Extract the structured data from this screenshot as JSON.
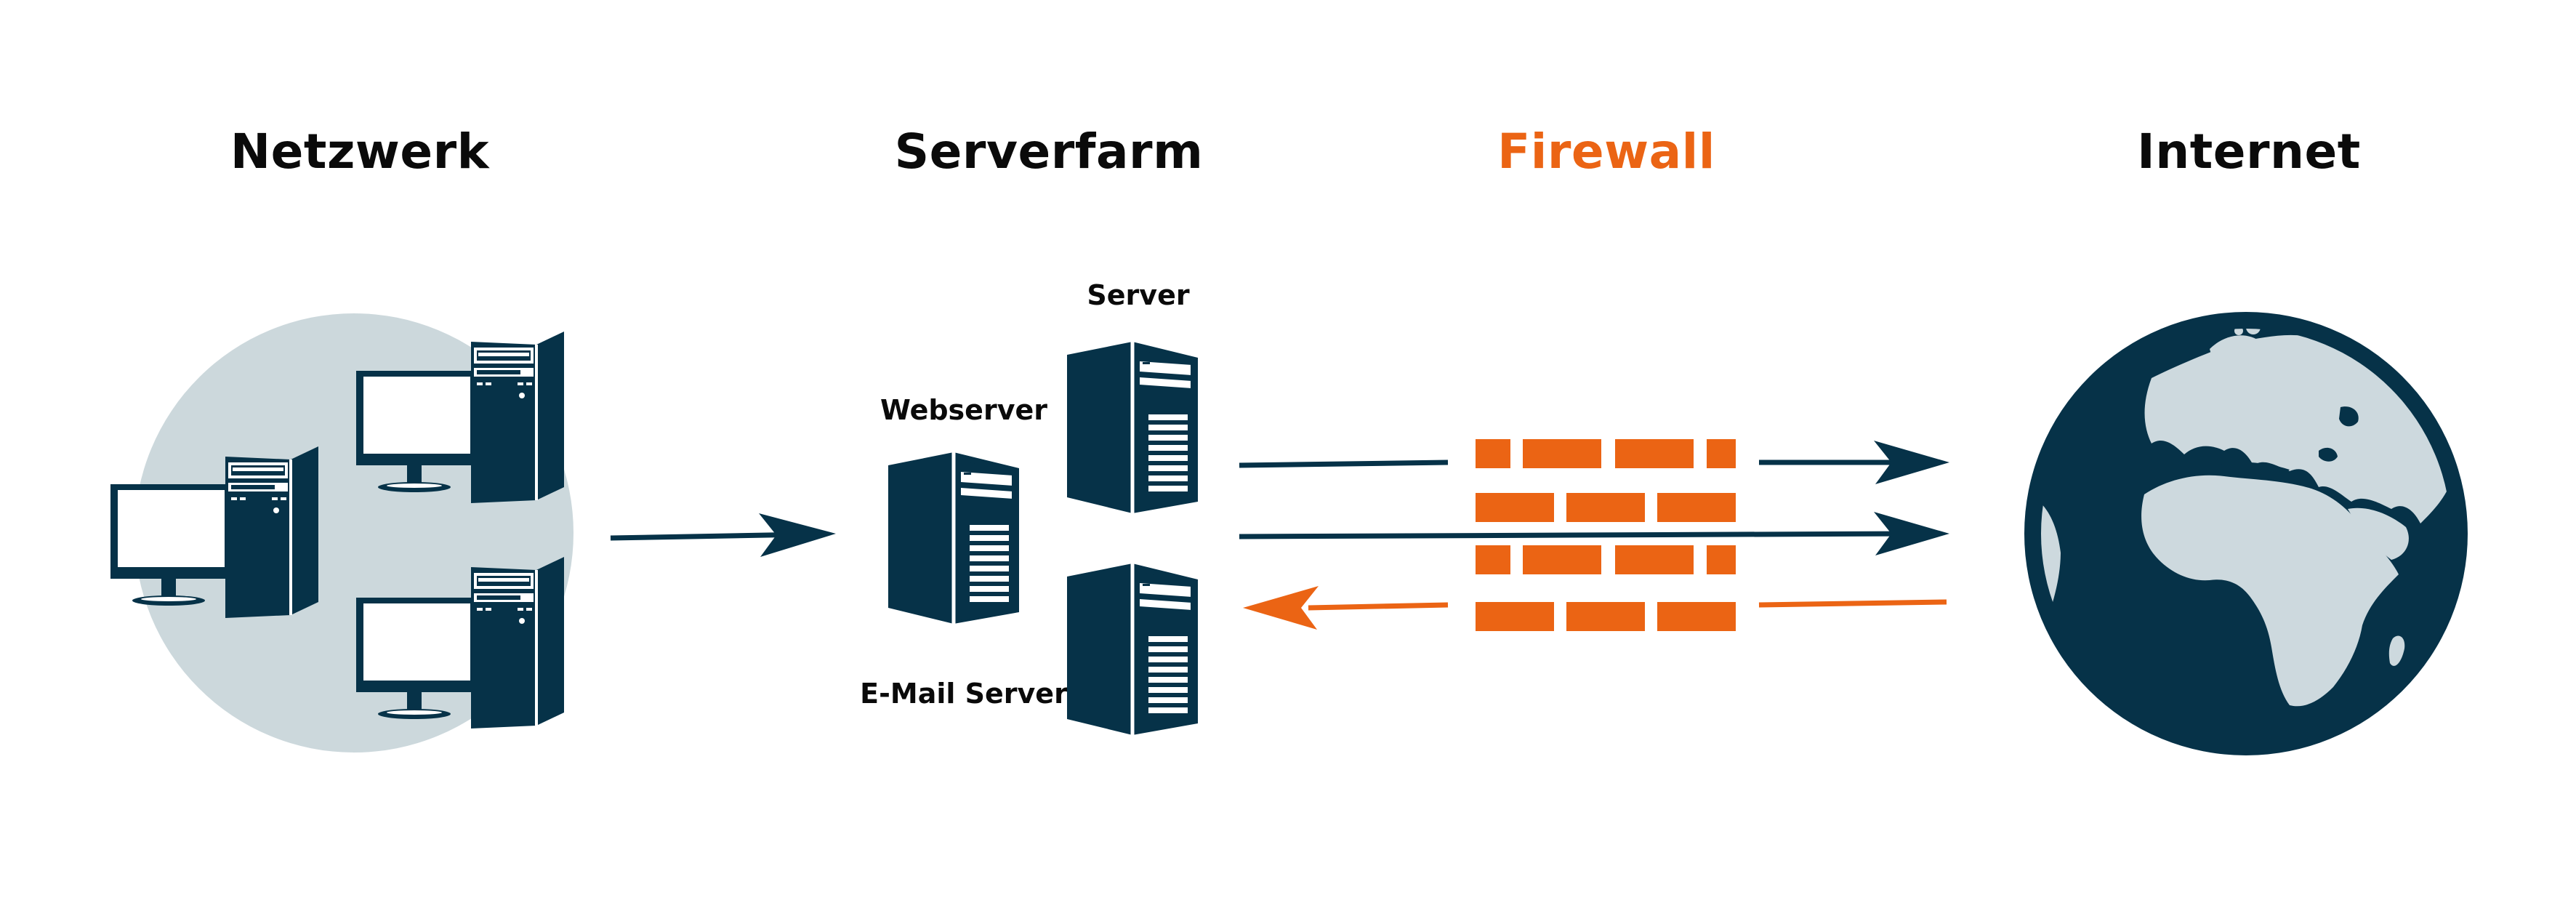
{
  "sections": {
    "network": "Netzwerk",
    "serverfarm": "Serverfarm",
    "firewall": "Firewall",
    "internet": "Internet"
  },
  "labels": {
    "server": "Server",
    "webserver": "Webserver",
    "email_server": "E-Mail Server"
  },
  "colors": {
    "dark": "#063248",
    "accent": "#eb6414",
    "light_circle": "#ccd8dc",
    "land": "#cdd9de",
    "text": "#0a0a0a"
  }
}
